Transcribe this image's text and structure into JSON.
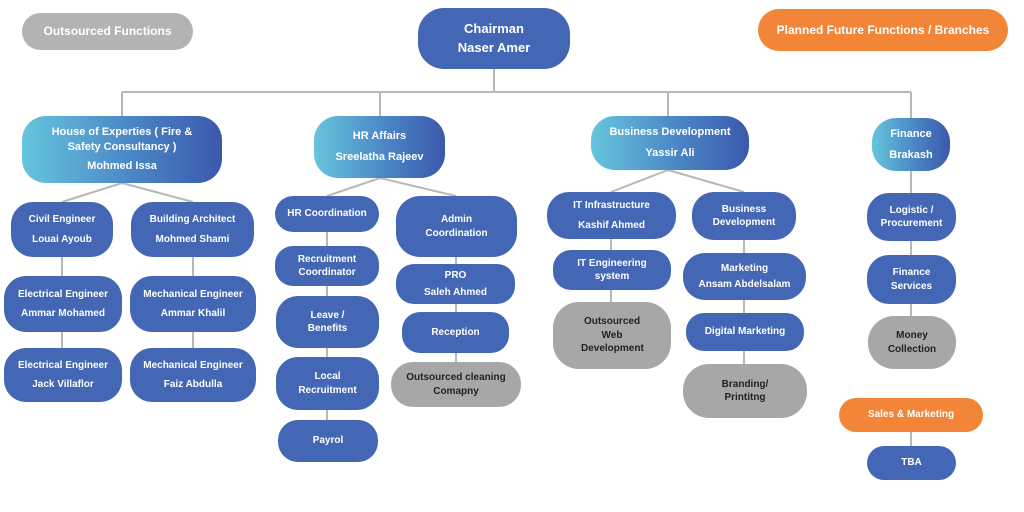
{
  "legend": {
    "outsourced": "Outsourced Functions",
    "planned": "Planned Future Functions / Branches"
  },
  "nodes": {
    "chairman": {
      "title": "Chairman",
      "name": "Naser Amer"
    },
    "house": {
      "title": "House of Experties ( Fire & Safety Consultancy )",
      "name": "Mohmed Issa"
    },
    "hr": {
      "title": "HR Affairs",
      "name": "Sreelatha Rajeev"
    },
    "bizdev": {
      "title": "Business Development",
      "name": "Yassir Ali"
    },
    "finance": {
      "title": "Finance",
      "name": "Brakash"
    },
    "civil": {
      "title": "Civil Engineer",
      "name": "Louai Ayoub"
    },
    "architect": {
      "title": "Building Architect",
      "name": "Mohmed Shami"
    },
    "elec1": {
      "title": "Electrical Engineer",
      "name": "Ammar Mohamed"
    },
    "mech1": {
      "title": "Mechanical Engineer",
      "name": "Ammar Khalil"
    },
    "elec2": {
      "title": "Electrical Engineer",
      "name": "Jack Villaflor"
    },
    "mech2": {
      "title": "Mechanical Engineer",
      "name": "Faiz Abdulla"
    },
    "hr_coord": {
      "title": "HR Coordination"
    },
    "recruit_coord": {
      "title": "Recruitment Coordinator"
    },
    "leave": {
      "title": "Leave / Benefits"
    },
    "local_recruit": {
      "title": "Local Recruitment"
    },
    "payrol": {
      "title": "Payrol"
    },
    "admin_coord": {
      "title": "Admin Coordination"
    },
    "pro": {
      "title": "PRO",
      "name": "Saleh Ahmed"
    },
    "reception": {
      "title": "Reception"
    },
    "cleaning": {
      "title": "Outsourced cleaning Comapny"
    },
    "it_infra": {
      "title": "IT Infrastructure",
      "name": "Kashif Ahmed"
    },
    "it_eng": {
      "title": "IT Engineering system"
    },
    "web_dev": {
      "title": "Outsourced Web Development"
    },
    "bizdev2": {
      "title": "Business Development"
    },
    "marketing": {
      "title": "Marketing",
      "name": "Ansam Abdelsalam"
    },
    "digital": {
      "title": "Digital Marketing"
    },
    "branding": {
      "title": "Branding/ Printitng"
    },
    "logistic": {
      "title": "Logistic / Procurement"
    },
    "fin_services": {
      "title": "Finance Services"
    },
    "money": {
      "title": "Money Collection"
    },
    "sales": {
      "title": "Sales & Marketing"
    },
    "tba": {
      "title": "TBA"
    }
  }
}
